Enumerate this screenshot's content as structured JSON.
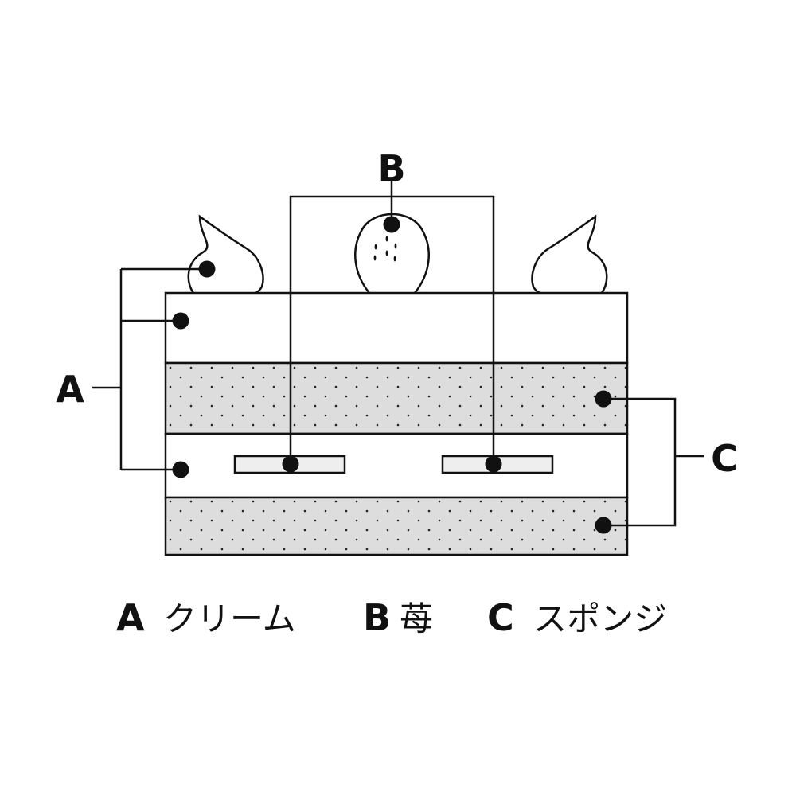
{
  "diagram": {
    "title": "Strawberry shortcake cross-section",
    "callouts": {
      "a": "A",
      "b": "B",
      "c": "C"
    },
    "legend": [
      {
        "key": "A",
        "label": "クリーム"
      },
      {
        "key": "B",
        "label": "苺"
      },
      {
        "key": "C",
        "label": "スポンジ"
      }
    ],
    "colors": {
      "line": "#111111",
      "sponge": "#dddddd",
      "slice": "#eeeeee",
      "background": "#ffffff"
    }
  }
}
